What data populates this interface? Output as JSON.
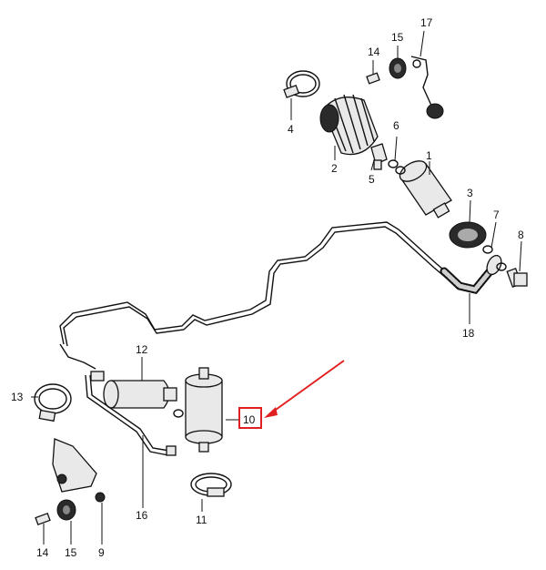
{
  "parts": [
    {
      "id": "p1",
      "number": "1"
    },
    {
      "id": "p2",
      "number": "2"
    },
    {
      "id": "p3",
      "number": "3"
    },
    {
      "id": "p4",
      "number": "4"
    },
    {
      "id": "p5",
      "number": "5"
    },
    {
      "id": "p6",
      "number": "6"
    },
    {
      "id": "p7",
      "number": "7"
    },
    {
      "id": "p8",
      "number": "8"
    },
    {
      "id": "p9",
      "number": "9"
    },
    {
      "id": "p10",
      "number": "10"
    },
    {
      "id": "p11",
      "number": "11"
    },
    {
      "id": "p12",
      "number": "12"
    },
    {
      "id": "p13",
      "number": "13"
    },
    {
      "id": "p14a",
      "number": "14"
    },
    {
      "id": "p14b",
      "number": "14"
    },
    {
      "id": "p15a",
      "number": "15"
    },
    {
      "id": "p15b",
      "number": "15"
    },
    {
      "id": "p16",
      "number": "16"
    },
    {
      "id": "p17",
      "number": "17"
    },
    {
      "id": "p18",
      "number": "18"
    }
  ],
  "highlight": {
    "part": "10",
    "color": "#e02020"
  }
}
